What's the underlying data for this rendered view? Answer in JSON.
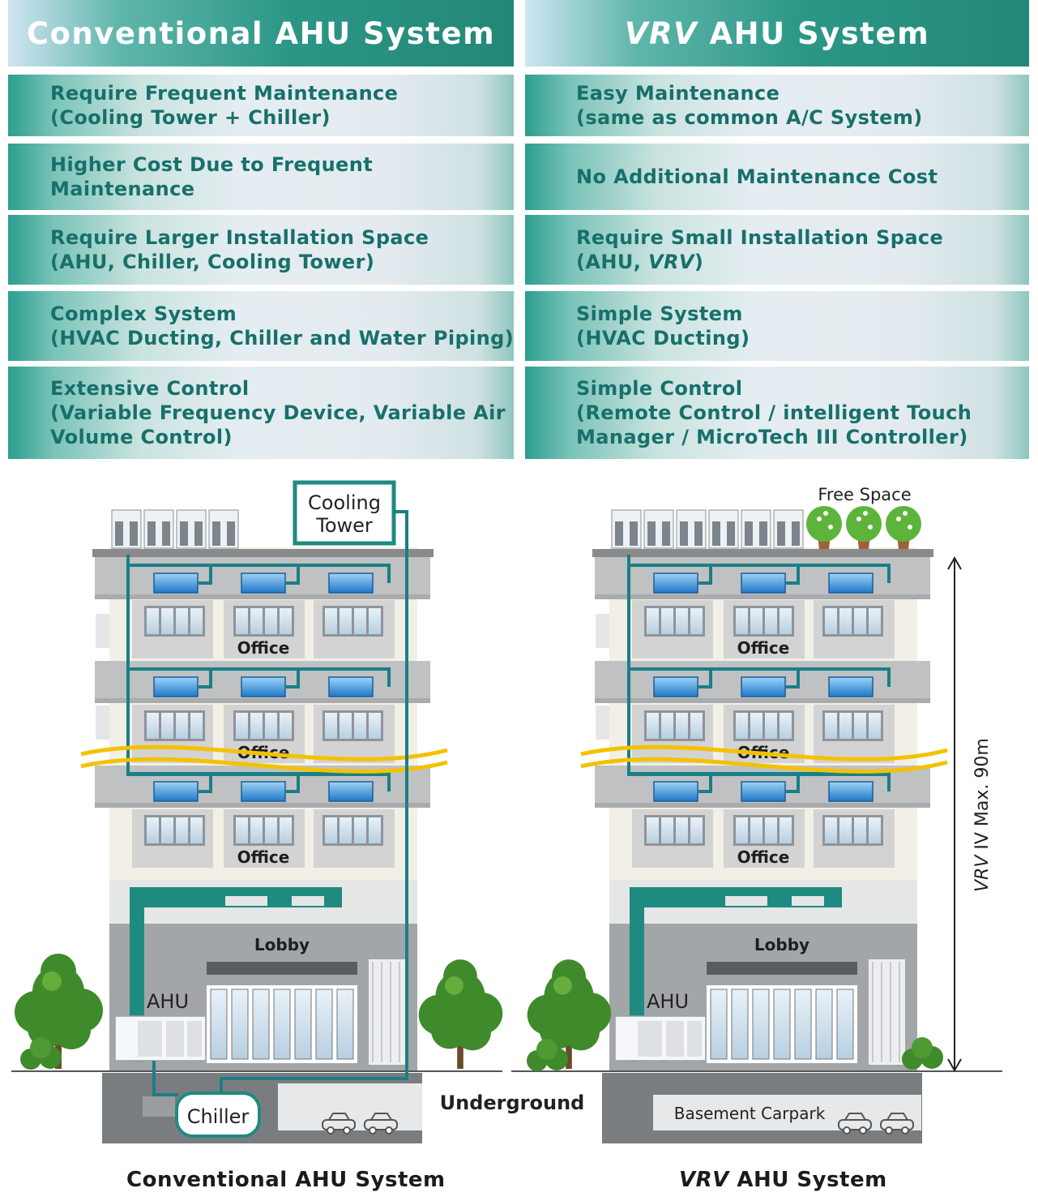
{
  "header": {
    "left_title": "Conventional AHU System",
    "right_title_italic": "VRV",
    "right_title_rest": " AHU System"
  },
  "rows": [
    {
      "left": [
        "Require Frequent Maintenance",
        "(Cooling Tower + Chiller)"
      ],
      "right": [
        "Easy Maintenance",
        "(same as common A/C System)"
      ]
    },
    {
      "left": [
        "Higher Cost Due to Frequent",
        "Maintenance"
      ],
      "right": [
        "No Additional Maintenance Cost"
      ]
    },
    {
      "left": [
        "Require Larger Installation Space",
        "(AHU, Chiller, Cooling Tower)"
      ],
      "right": [
        "Require Small Installation Space"
      ],
      "right_line2_prefix": "(AHU, ",
      "right_line2_italic": "VRV",
      "right_line2_suffix": ")"
    },
    {
      "left": [
        "Complex System",
        "(HVAC Ducting, Chiller and Water Piping)"
      ],
      "right": [
        "Simple System",
        "(HVAC Ducting)"
      ]
    },
    {
      "left": [
        "Extensive Control",
        "(Variable Frequency Device, Variable Air",
        "Volume Control)"
      ],
      "right": [
        "Simple Control",
        "(Remote Control / intelligent Touch",
        "Manager / MicroTech III Controller)"
      ]
    }
  ],
  "diagram": {
    "cooling_tower_line1": "Cooling",
    "cooling_tower_line2": "Tower",
    "free_space": "Free Space",
    "office": "Office",
    "lobby": "Lobby",
    "ahu": "AHU",
    "chiller": "Chiller",
    "underground": "Underground",
    "basement_carpark": "Basement Carpark",
    "height_italic": "VRV",
    "height_rest": " IV Max. 90m"
  },
  "captions": {
    "left": "Conventional AHU System",
    "right_italic": "VRV",
    "right_rest": " AHU System"
  },
  "colors": {
    "teal": "#1f8a80",
    "pipe": "#1a7f86",
    "text_teal": "#17706a",
    "yellow_break": "#f2c200",
    "tree_green": "#3f8a2a"
  }
}
